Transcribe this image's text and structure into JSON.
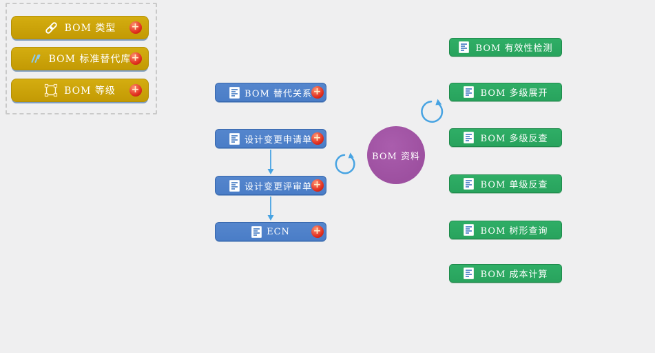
{
  "colors": {
    "bg": "#efeff0",
    "gold": "#c7a008",
    "blue": "#4a7dc7",
    "green": "#28a35d",
    "purple": "#9d50a0",
    "badge": "#e03020",
    "arrow": "#47a3e2",
    "steel": "#7f9dc0"
  },
  "icons": {
    "plus": "+"
  },
  "left_panel": {
    "items": [
      {
        "label": "BOM 类型",
        "icon": "link-icon"
      },
      {
        "label": "BOM 标准替代库",
        "icon": "slashes-icon"
      },
      {
        "label": "BOM 等级",
        "icon": "vector-square-icon"
      }
    ]
  },
  "middle_flow": {
    "nodes": [
      {
        "label": "BOM 替代关系"
      },
      {
        "label": "设计变更申请单"
      },
      {
        "label": "设计变更评审单"
      },
      {
        "label": "ECN"
      }
    ]
  },
  "center_node": {
    "label": "BOM 资料"
  },
  "right_list": {
    "items": [
      {
        "label": "BOM 有效性检测"
      },
      {
        "label": "BOM 多级展开"
      },
      {
        "label": "BOM 多级反查"
      },
      {
        "label": "BOM 单级反查"
      },
      {
        "label": "BOM 树形查询"
      },
      {
        "label": "BOM 成本计算"
      }
    ]
  }
}
